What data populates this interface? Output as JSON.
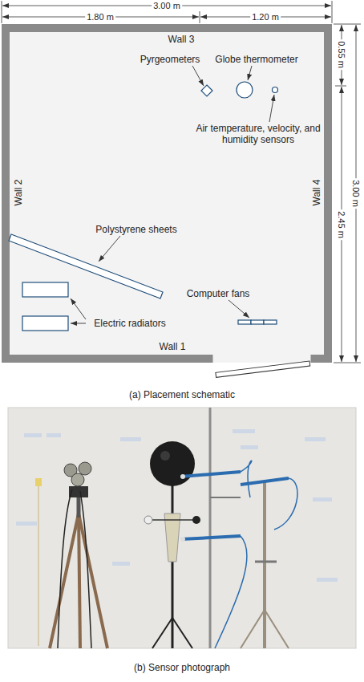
{
  "diagram": {
    "labels": [
      "3.00 m",
      "1.80 m",
      "1.20 m",
      "Wall 3",
      "0.55 m",
      "3.00 m",
      "2.45 m",
      "Wall 2",
      "Wall 4",
      "Wall 1",
      "Pyrgeometers",
      "Globe thermometer",
      "Air temperature, velocity, and humidity sensors",
      "Polystyrene sheets",
      "Computer fans",
      "Electric radiators",
      "(a) Placement schematic",
      "(b) Sensor photograph"
    ]
  }
}
